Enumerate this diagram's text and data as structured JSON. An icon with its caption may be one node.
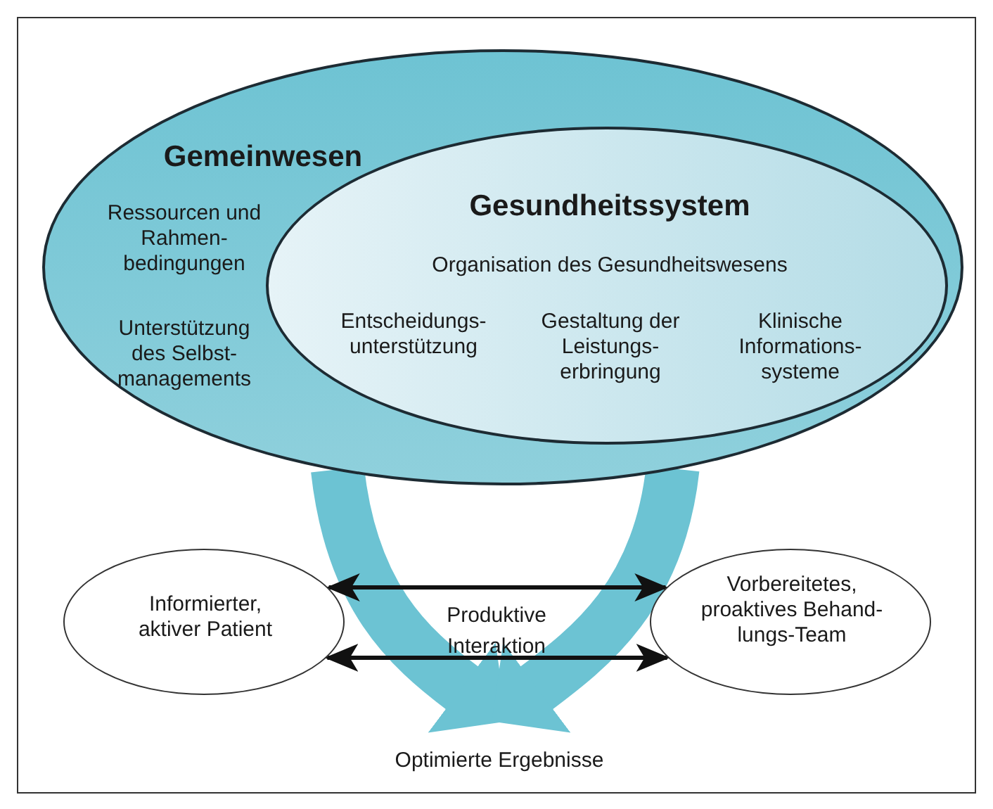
{
  "diagram": {
    "nodes": [
      {
        "text": [
          "Gemeinwesen",
          "Ressourcen und Rahmen-bedingungen",
          "Unterstützung des Selbst-managements"
        ]
      },
      {
        "text": [
          "Gesundheitssystem",
          "Organisation des Gesundheitswesens",
          "Entscheidungs-unterstützung",
          "Gestaltung der Leistungs-erbringung",
          "Klinische Informations-systeme"
        ],
        "in": 0
      },
      {
        "text": [
          "Informierter, aktiver Patient"
        ]
      },
      {
        "text": [
          "Vorbereitetes, proaktives Behand-lungs-Team"
        ]
      },
      {
        "text": [
          "Optimierte Ergebnisse"
        ]
      }
    ],
    "edges": [
      {
        "from": 0,
        "to": 4,
        "arrow": "to",
        "style": "thick",
        "color": "#6cc3d3"
      },
      {
        "from": 0,
        "to": 4,
        "arrow": "to",
        "style": "thick",
        "color": "#6cc3d3"
      },
      {
        "from": 2,
        "to": 3,
        "arrow": "both",
        "color": "#111111"
      },
      {
        "from": 2,
        "to": 3,
        "arrow": "both",
        "color": "#111111"
      }
    ],
    "labels": [
      "Produktive Interaktion"
    ]
  }
}
